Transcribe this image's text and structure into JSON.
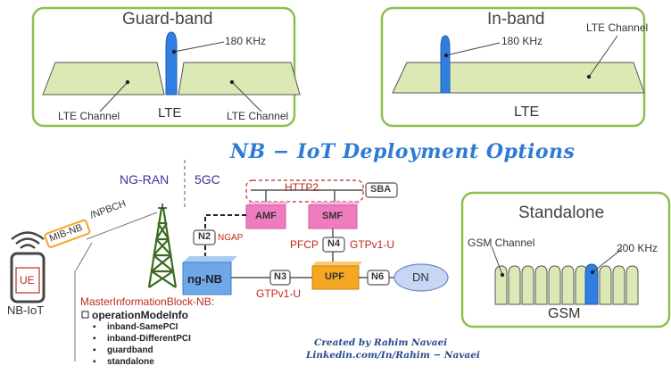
{
  "title": "NB − IoT Deployment Options",
  "credits": {
    "line1": "Created by Rahim Navaei",
    "line2": "Linkedin.com/In/Rahim − Navaei"
  },
  "guard_band": {
    "title": "Guard-band",
    "khz_label": "180 KHz",
    "lte_center": "LTE",
    "lte_channel_left": "LTE Channel",
    "lte_channel_right": "LTE Channel"
  },
  "in_band": {
    "title": "In-band",
    "khz_label": "180 KHz",
    "lte_channel": "LTE Channel",
    "lte_bottom": "LTE"
  },
  "standalone": {
    "title": "Standalone",
    "gsm_channel": "GSM Channel",
    "khz_label": "200 KHz",
    "gsm_bottom": "GSM"
  },
  "architecture": {
    "ng_ran": "NG-RAN",
    "core": "5GC",
    "http2": "HTTP2",
    "sba": "SBA",
    "amf": "AMF",
    "smf": "SMF",
    "upf": "UPF",
    "dn": "DN",
    "ngnb": "ng-NB",
    "n2": "N2",
    "ngap": "NGAP",
    "n3": "N3",
    "n4": "N4",
    "n6": "N6",
    "pfcp": "PFCP",
    "gtp_n4": "GTPv1-U",
    "gtp_n3": "GTPv1-U",
    "mib_nb": "MIB-NB",
    "npbch": "/NPBCH",
    "ue": "UE",
    "nb_iot": "NB-IoT"
  },
  "mib_info": {
    "heading": "MasterInformationBlock-NB:",
    "field": "operationModeInfo",
    "options": [
      "inband-SamePCI",
      "inband-DifferentPCI",
      "guardband",
      "standalone"
    ]
  },
  "colors": {
    "panel_border": "#8cc04b",
    "lte_fill": "#dde9b4",
    "nb_blue": "#2f7ee0",
    "nf_pink": "#f07cc0",
    "upf_orange": "#f5a623",
    "ngnb_blue": "#6fa8e8",
    "red_text": "#c0281e",
    "title_blue": "#2e7bd6",
    "tower_green": "#3a6b1e"
  }
}
